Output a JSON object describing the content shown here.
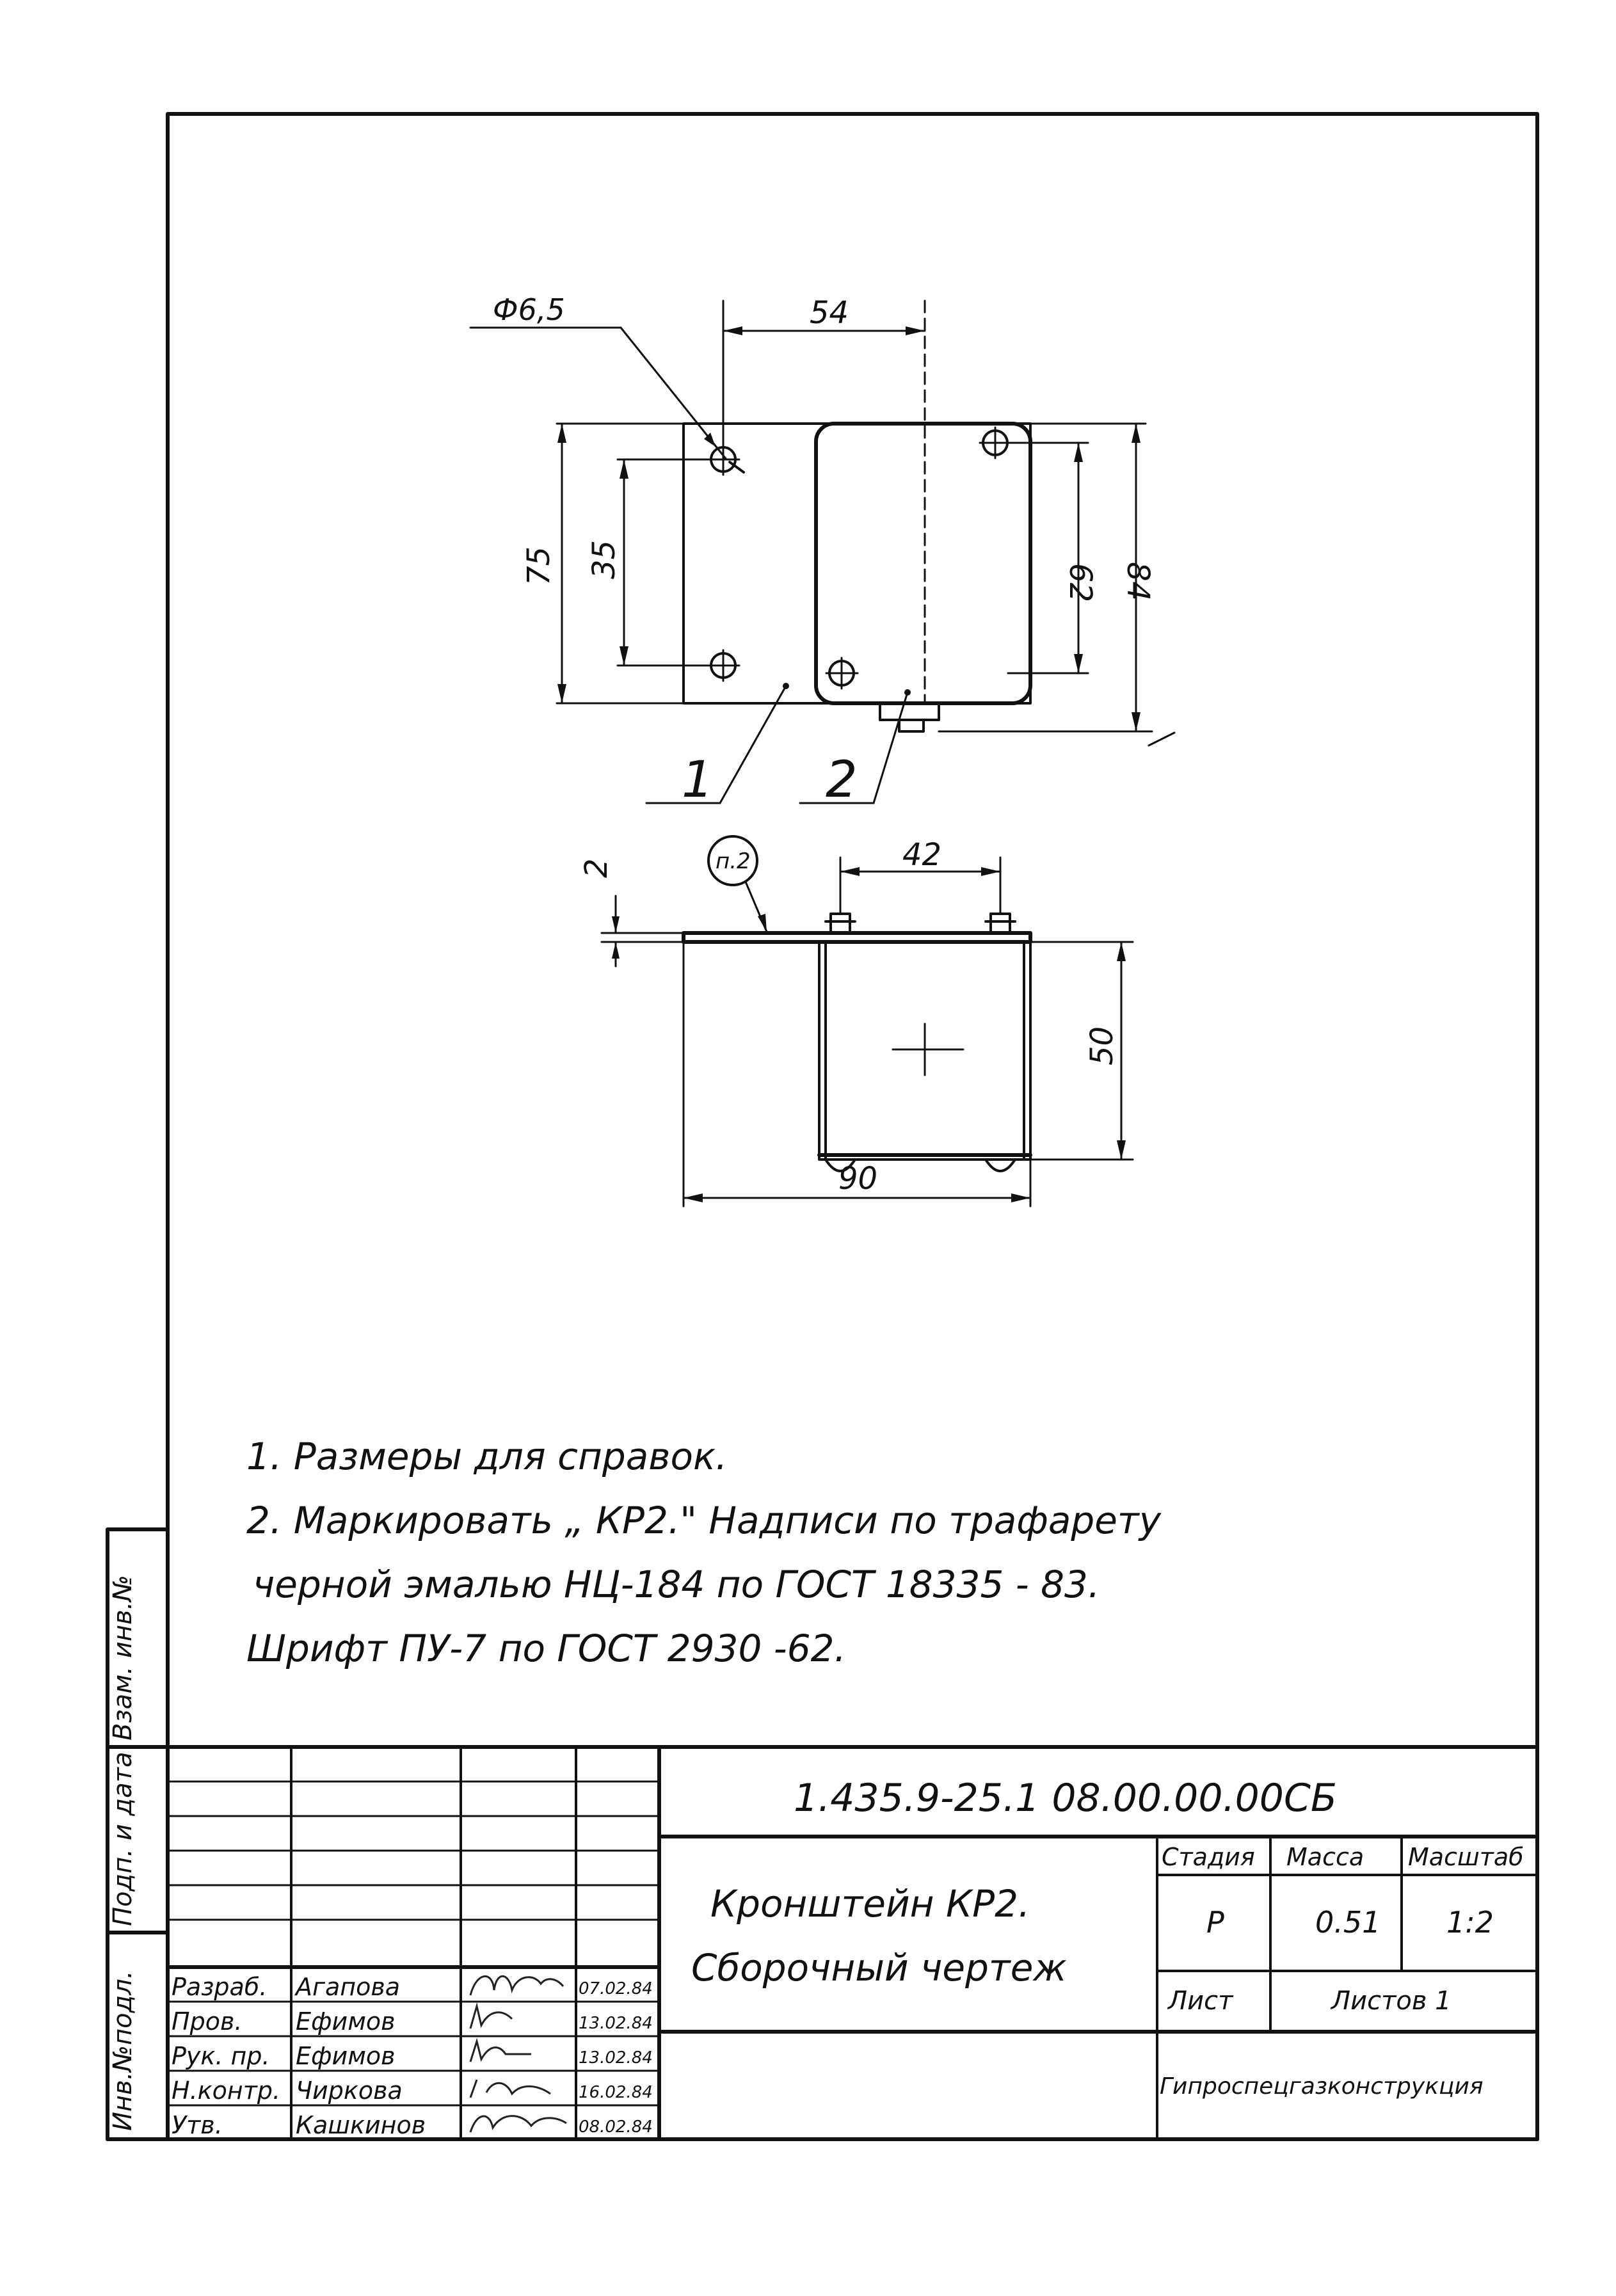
{
  "dimensions": {
    "hole_diameter": "Ф6,5",
    "width_54": "54",
    "height_75": "75",
    "height_35": "35",
    "height_62": "62",
    "height_84": "84",
    "width_42": "42",
    "thickness_2": "2",
    "height_50": "50",
    "width_90": "90"
  },
  "callouts": {
    "part_1": "1",
    "part_2": "2",
    "note_ref": "п.2"
  },
  "notes": [
    "1. Размеры для справок.",
    "2. Маркировать „ КР2.\" Надписи по трафарету",
    "черной эмалью НЦ-184 по ГОСТ 18335 - 83.",
    "Шрифт ПУ-7 по ГОСТ 2930 -62."
  ],
  "side_labels": {
    "inv_no": "Инв.№подл.",
    "sign_date": "Подп. и дата",
    "replace_inv": "Взам. инв.№"
  },
  "title_block": {
    "doc_number": "1.435.9-25.1 08.00.00.00СБ",
    "title_line1": "Кронштейн КР2.",
    "title_line2": "Сборочный чертеж",
    "stage_label": "Стадия",
    "mass_label": "Масса",
    "scale_label": "Масштаб",
    "stage_value": "Р",
    "mass_value": "0.51",
    "scale_value": "1:2",
    "sheet_label": "Лист",
    "sheets_label": "Листов 1",
    "organization": "Гипроспецгазконструкция",
    "roles": [
      {
        "role": "Разраб.",
        "name": "Агапова",
        "date": "07.02.84"
      },
      {
        "role": "Пров.",
        "name": "Ефимов",
        "date": "13.02.84"
      },
      {
        "role": "Рук. пр.",
        "name": "Ефимов",
        "date": "13.02.84"
      },
      {
        "role": "Н.контр.",
        "name": "Чиркова",
        "date": "16.02.84"
      },
      {
        "role": "Утв.",
        "name": "Кашкинов",
        "date": "08.02.84"
      }
    ]
  }
}
